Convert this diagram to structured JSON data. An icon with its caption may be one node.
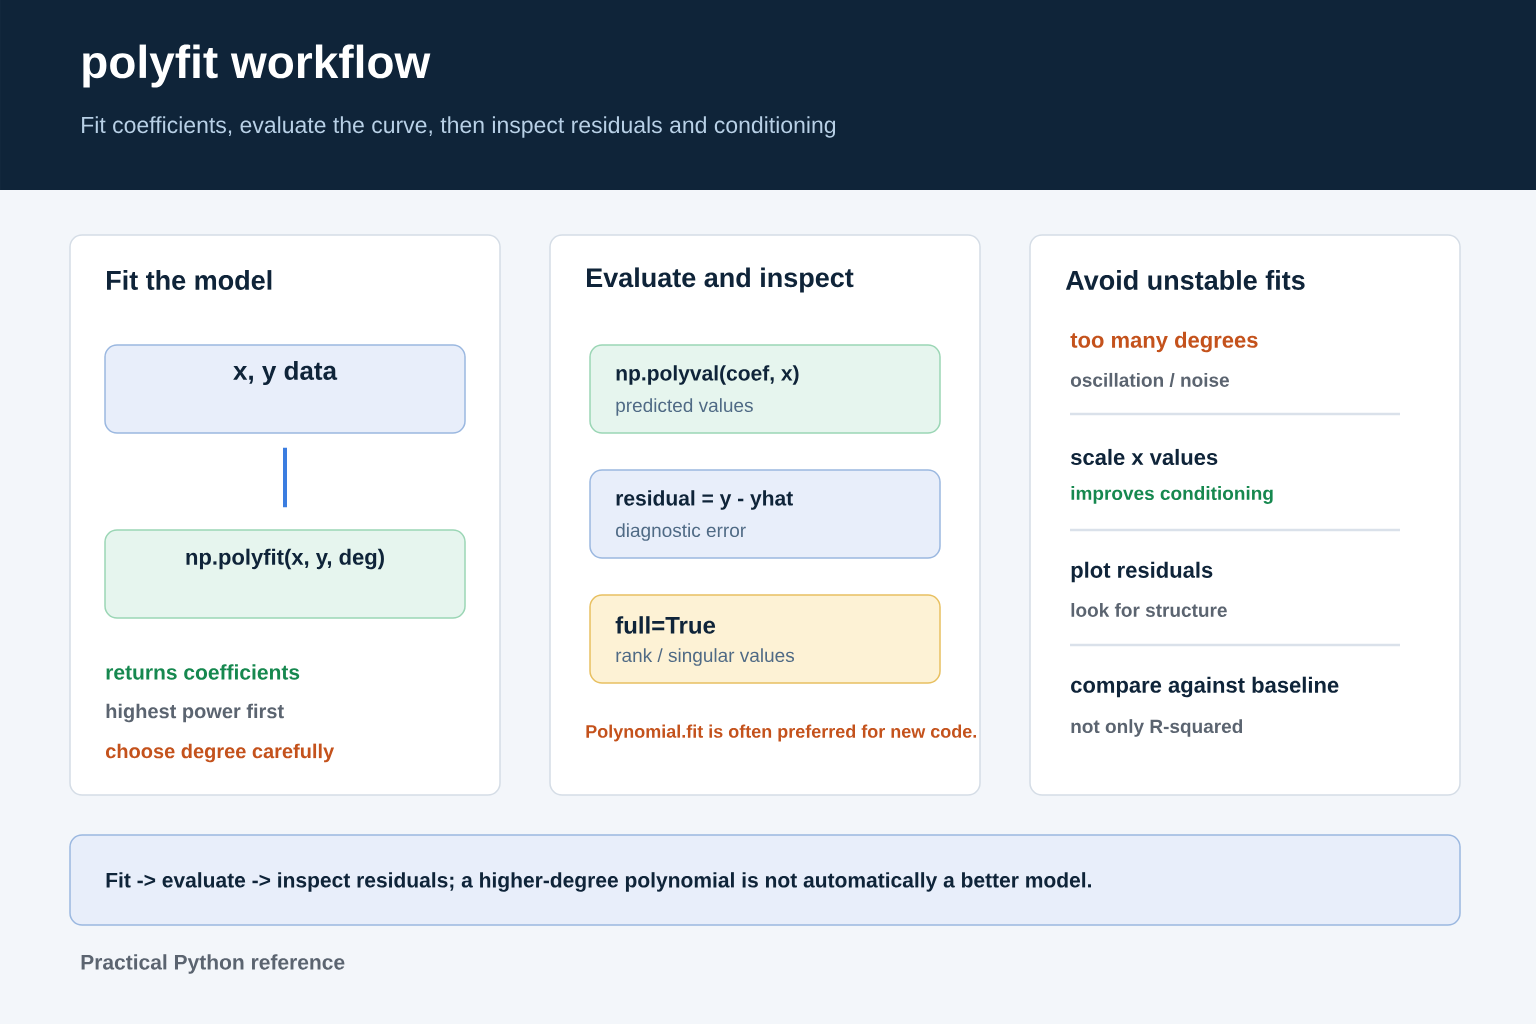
{
  "diagram": {
    "title": "polyfit workflow",
    "nodes": [
      {
        "text": [
          "Fit the model",
          "returns coefficients",
          "highest power first",
          "choose degree carefully"
        ]
      },
      {
        "text": [
          "x, y data"
        ],
        "in": 0
      },
      {
        "text": [
          "np.polyfit(x, y, deg)"
        ],
        "in": 0
      },
      {
        "text": [
          "Evaluate and inspect",
          "Polynomial.fit is often preferred for new code."
        ]
      },
      {
        "text": [
          "np.polyval(coef, x)",
          "predicted values"
        ],
        "in": 3
      },
      {
        "text": [
          "residual = y - yhat",
          "diagnostic error"
        ],
        "in": 3
      },
      {
        "text": [
          "full=True",
          "rank / singular values"
        ],
        "in": 3
      },
      {
        "text": [
          "Avoid unstable fits",
          "too many degrees",
          "oscillation / noise",
          "scale x values",
          "improves conditioning",
          "plot residuals",
          "look for structure",
          "compare against baseline",
          "not only R-squared"
        ]
      },
      {
        "text": [
          "Fit -> evaluate -> inspect residuals; a higher-degree polynomial is not automatically a better model."
        ]
      }
    ],
    "edges": [
      {
        "from": 1,
        "to": 2,
        "arrow": "none"
      }
    ],
    "labels": [
      "Fit coefficients, evaluate the curve, then inspect residuals and conditioning",
      "Practical Python reference"
    ]
  }
}
